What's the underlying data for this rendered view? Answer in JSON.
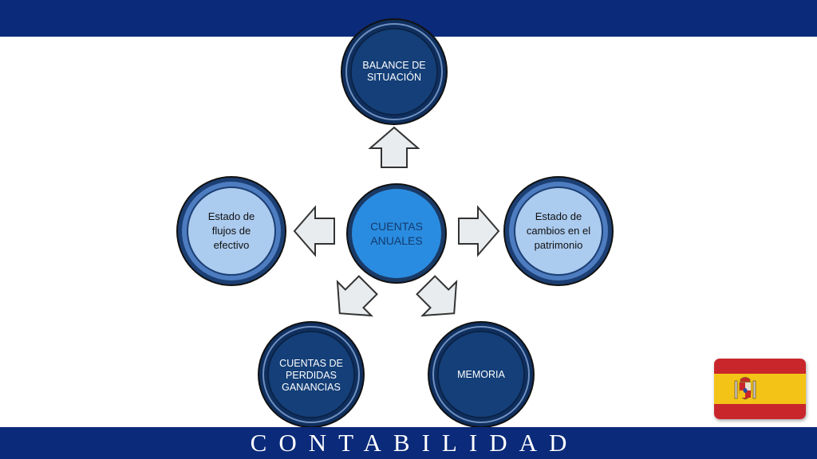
{
  "footer": {
    "title": "CONTABILIDAD"
  },
  "diagram": {
    "center": "CUENTAS\nANUALES",
    "nodes": {
      "balance": "BALANCE DE\nSITUACIÓN",
      "flujos": "Estado de\nflujos de\nefectivo",
      "cambios": "Estado de\ncambios en el\npatrimonio",
      "perdidas": "CUENTAS DE\nPERDIDAS\nGANANCIAS",
      "memoria": "MEMORIA"
    }
  },
  "colors": {
    "bar": "#0b2a7a",
    "dark_circle": "#123b74",
    "light_circle": "#a9c8ee",
    "center_circle": "#2a8ce0",
    "arrow_fill": "#e8ecee"
  },
  "flag": {
    "icon": "spain-flag-icon"
  }
}
